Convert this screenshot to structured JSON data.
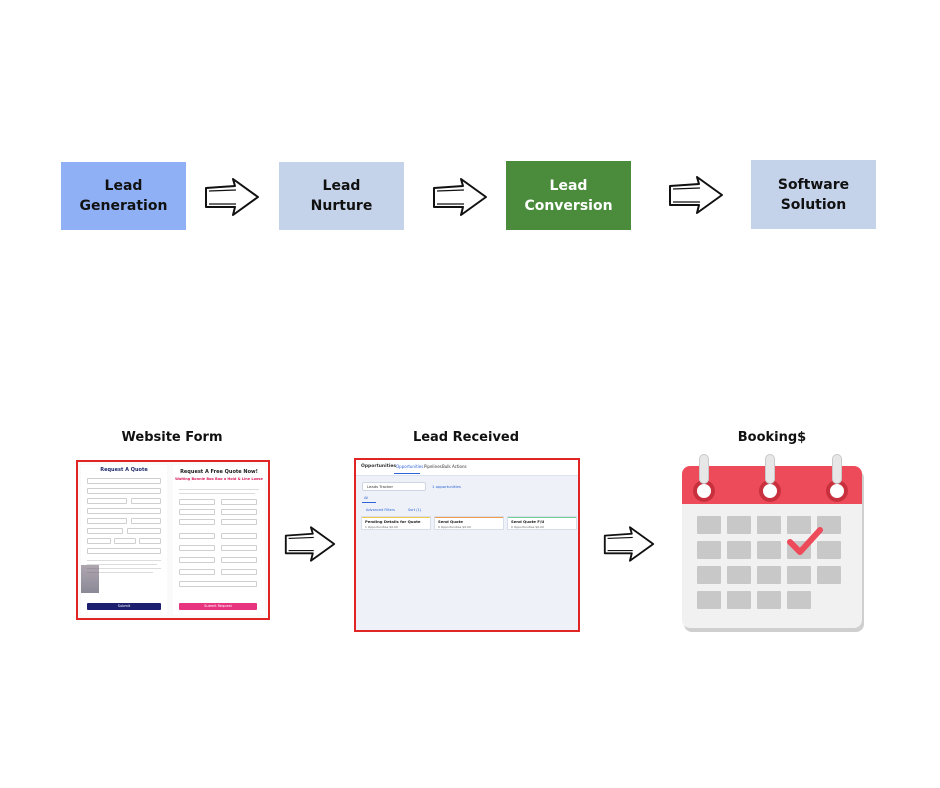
{
  "flow": {
    "stages": [
      {
        "label": "Lead\nGeneration",
        "color": "#8fb0f4"
      },
      {
        "label": "Lead\nNurture",
        "color": "#c5d3ea"
      },
      {
        "label": "Lead\nConversion",
        "color": "#4a8c3b"
      },
      {
        "label": "Software\nSolution",
        "color": "#c5d3ea"
      }
    ]
  },
  "steps": {
    "website_form": {
      "caption": "Website Form",
      "left_title": "Request A Quote",
      "right_title": "Request A Free Quote Now!",
      "right_subtitle": "Waiting Bonnie Boo Boo a Hold & Line Loose",
      "submit_label": "Submit",
      "right_button_label": "Submit Request"
    },
    "lead_received": {
      "caption": "Lead Received",
      "tabs": [
        "Opportunities",
        "Opportunities",
        "Pipelines",
        "Bulk Actions"
      ],
      "pipeline_select": "Leads Tracker",
      "pipeline_link": "1 opportunities",
      "filters": [
        "All",
        "Advanced Filters",
        "Sort (1)"
      ],
      "columns": [
        {
          "title": "Pending Details for Quote",
          "meta": "1 Opportunities   $0.00",
          "accent": "#f2c94c"
        },
        {
          "title": "Send Quote",
          "meta": "0 Opportunities   $0.00",
          "accent": "#f2994a"
        },
        {
          "title": "Send Quote F/U",
          "meta": "0 Opportunities   $0.00",
          "accent": "#6fcf97"
        }
      ]
    },
    "booking": {
      "caption": "Booking$",
      "accent": "#ee4b5a",
      "checkmark_color": "#ee4b5a"
    }
  }
}
